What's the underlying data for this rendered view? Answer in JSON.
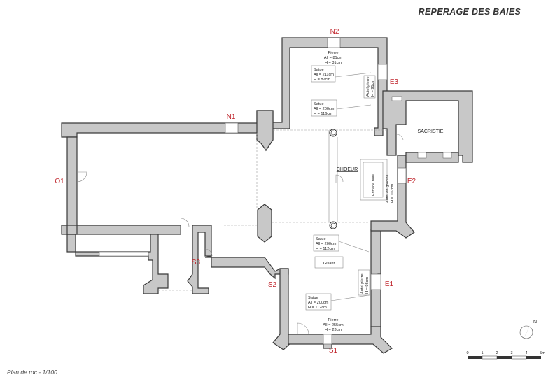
{
  "title": "REPERAGE DES BAIES",
  "caption": "Plan de rdc - 1/100",
  "openings": [
    "N1",
    "N2",
    "E1",
    "E2",
    "E3",
    "O1",
    "S1",
    "S2",
    "S3"
  ],
  "rooms": {
    "sacristie": "SACRISTIE",
    "choeur": "CHOEUR",
    "gisant": "Gisant"
  },
  "notes": {
    "n2_pierre": [
      "Pierre",
      "All = 81cm",
      "H = 31cm"
    ],
    "n2_statue_top": [
      "Satue",
      "All = 211cm",
      "H = 82cm"
    ],
    "n2_statue_bottom": [
      "Satue",
      "All = 200cm",
      "H = 116cm"
    ],
    "e3_autel": [
      "Autel pierre",
      "H = 91cm"
    ],
    "estrade": "Estrade bois",
    "e2_autel": [
      "Autel en gradins",
      "H = 102cm"
    ],
    "s_statue_top": [
      "Satue",
      "All = 200cm",
      "H = 112cm"
    ],
    "e1_autel": [
      "Autel pierre",
      "H = 98cm"
    ],
    "s_statue_bottom": [
      "Satue",
      "All = 200cm",
      "H = 112cm"
    ],
    "s1_pierre": [
      "Pierre",
      "All = 255cm",
      "H = 23cm"
    ]
  },
  "scale": {
    "ticks": [
      "0",
      "1",
      "2",
      "3",
      "4",
      "5m"
    ]
  },
  "north": "N"
}
